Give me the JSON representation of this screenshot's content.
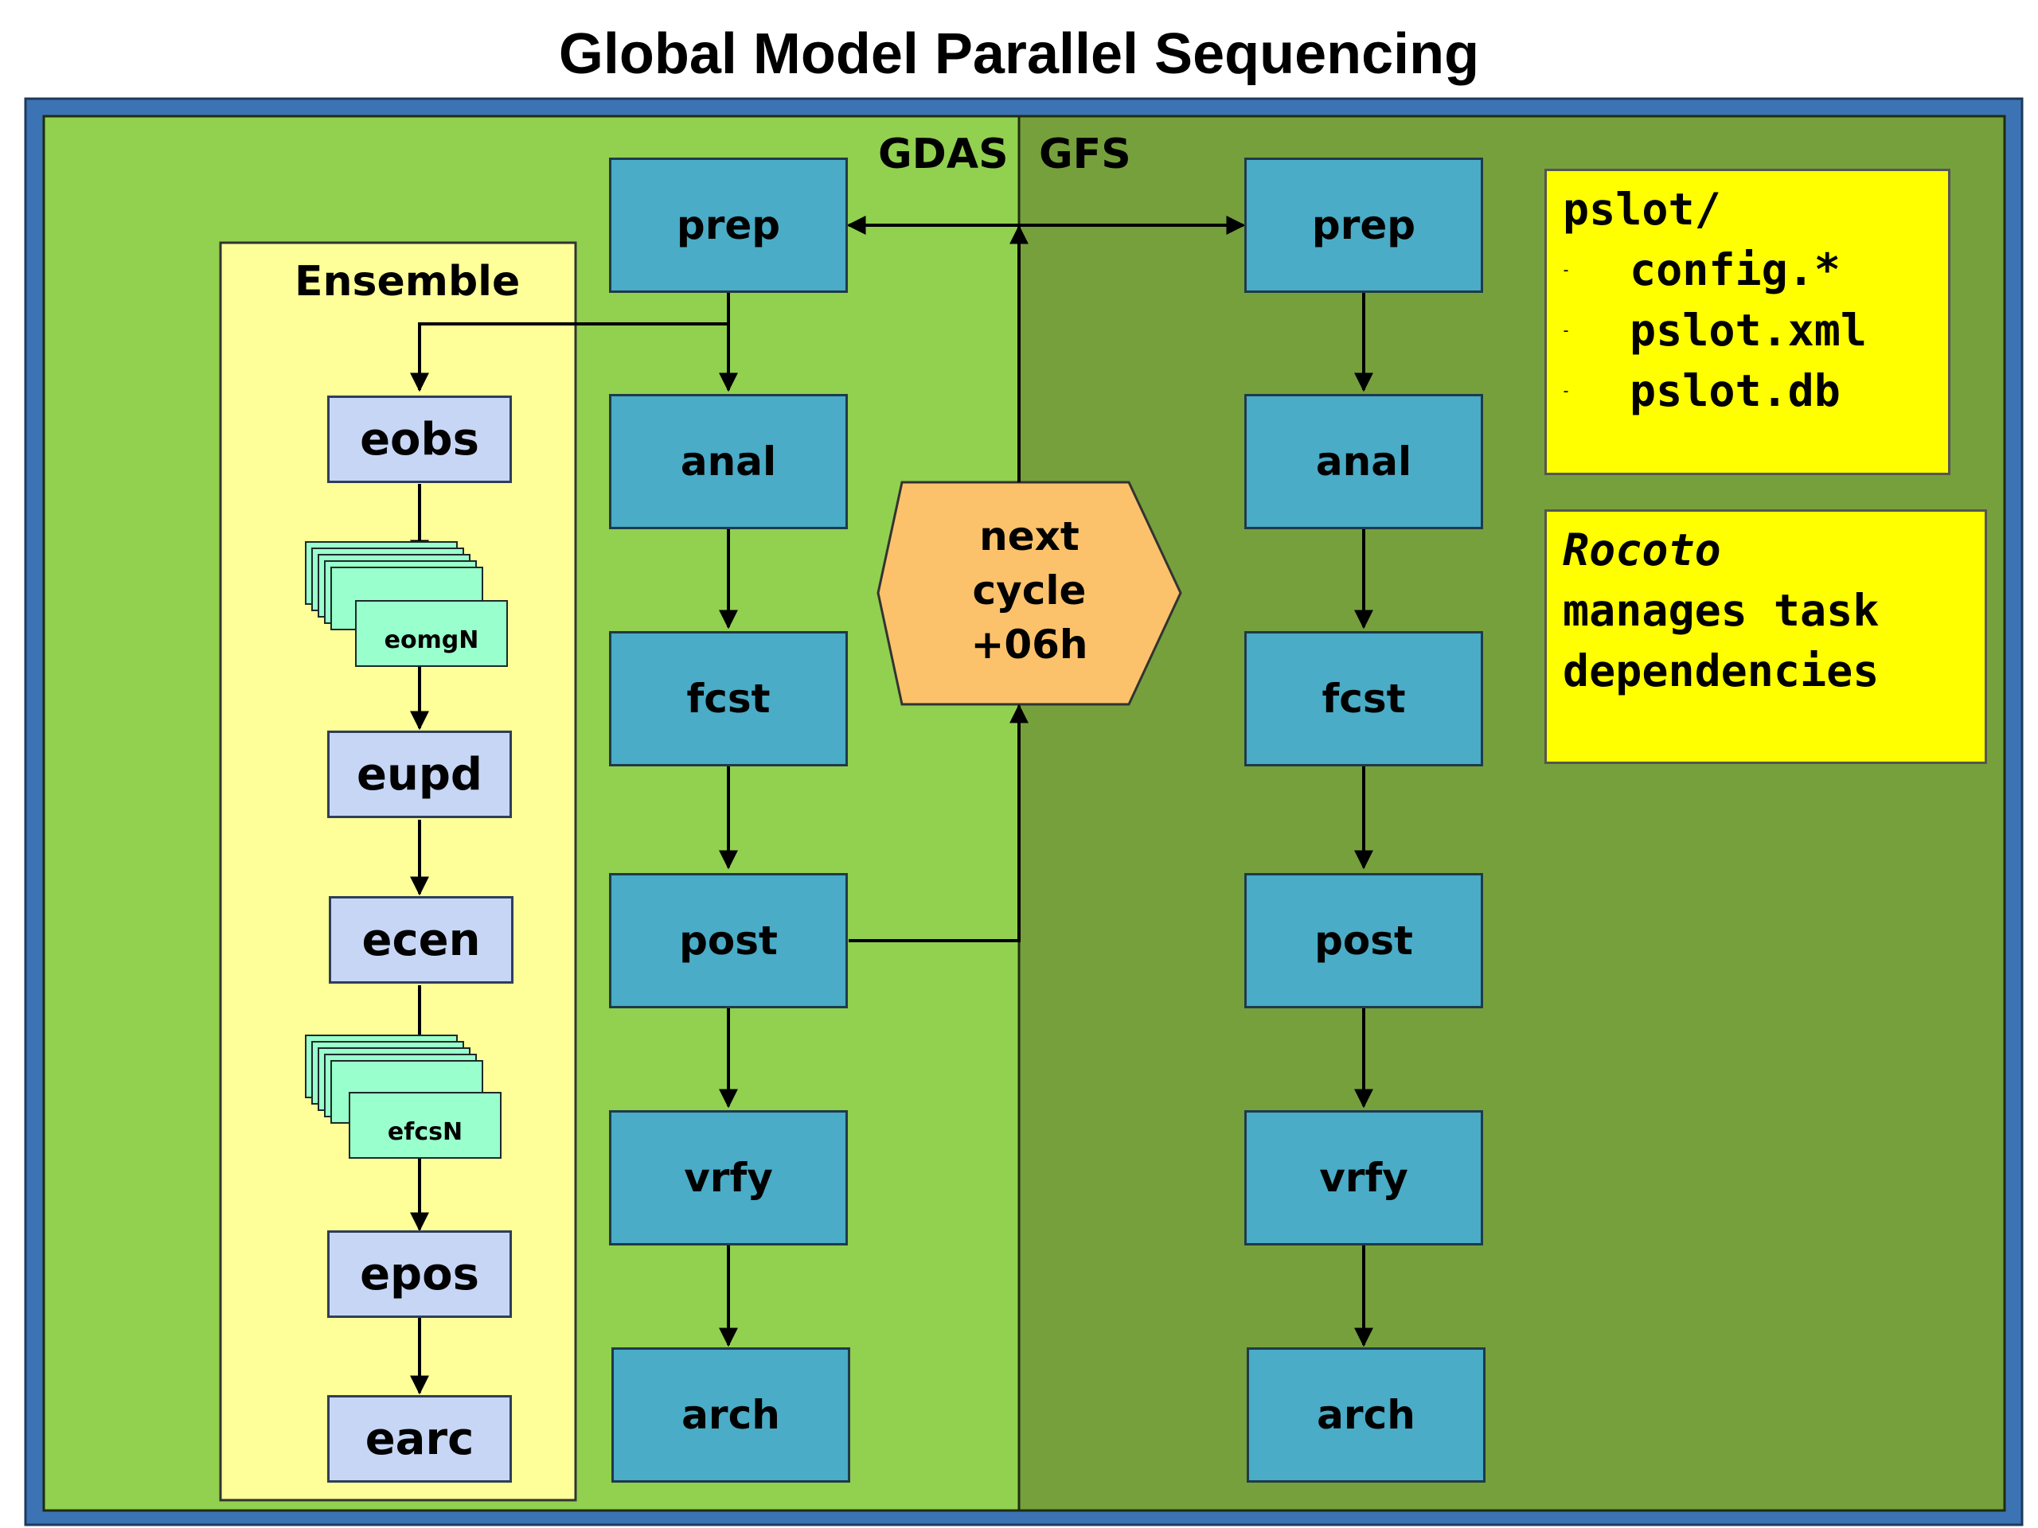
{
  "title": "Global Model Parallel Sequencing",
  "sections": {
    "left": "GDAS",
    "right": "GFS"
  },
  "ensemble": {
    "title": "Ensemble",
    "tasks": [
      "eobs",
      "eomgN",
      "eupd",
      "ecen",
      "efcsN",
      "epos",
      "earc"
    ]
  },
  "gdas_tasks": [
    "prep",
    "anal",
    "fcst",
    "post",
    "vrfy",
    "arch"
  ],
  "gfs_tasks": [
    "prep",
    "anal",
    "fcst",
    "post",
    "vrfy",
    "arch"
  ],
  "next_cycle": {
    "line1": "next",
    "line2": "cycle",
    "line3": "+06h"
  },
  "pslot_note": {
    "line1": "pslot/",
    "line2": "config.*",
    "line3": "pslot.xml",
    "line4": "pslot.db"
  },
  "rocoto_note": {
    "line1": "Rocoto",
    "line2": "manages task",
    "line3": "dependencies"
  },
  "colors": {
    "outer_border": "#3c73b4",
    "gdas_bg": "#92d050",
    "gfs_bg": "#76a03c",
    "ensemble_bg": "#ffff99",
    "task_box": "#4aacc6",
    "ensemble_task": "#c7d6f5",
    "stack_card": "#99ffcc",
    "hexagon": "#fbc26b",
    "note_bg": "#ffff00"
  }
}
